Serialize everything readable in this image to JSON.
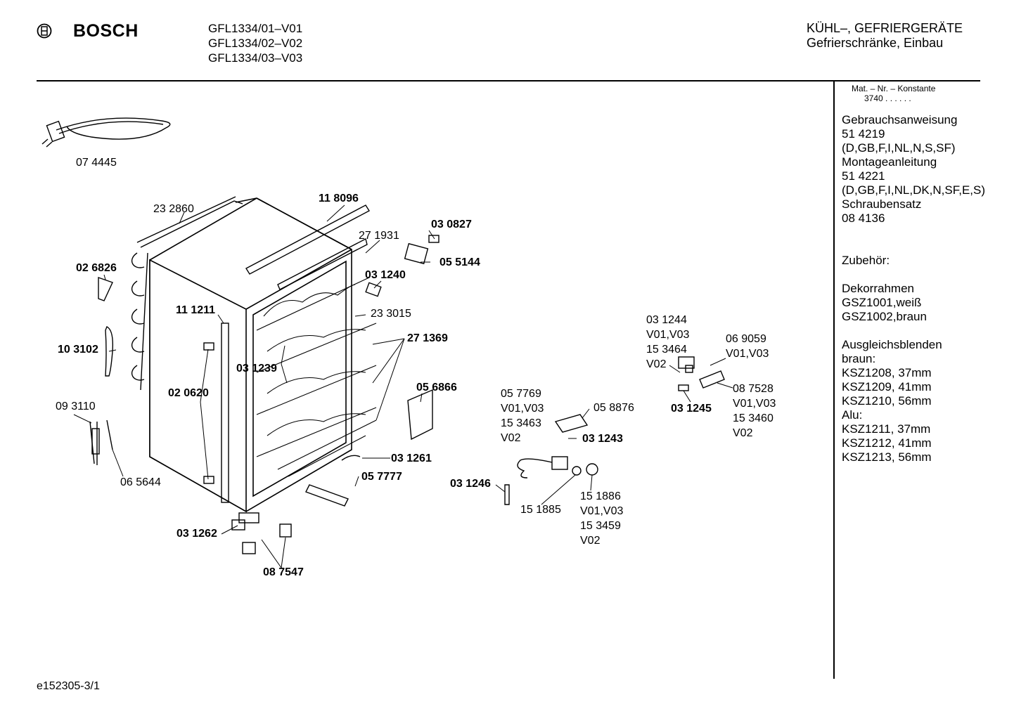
{
  "header": {
    "brand": "BOSCH",
    "models": [
      "GFL1334/01–V01",
      "GFL1334/02–V02",
      "GFL1334/03–V03"
    ],
    "category": [
      "KÜHL–, GEFRIERGERÄTE",
      "Gefrierschränke, Einbau"
    ]
  },
  "sidebar": {
    "mat_title": "Mat. – Nr. – Konstante",
    "mat_value": "3740 . . . . . .",
    "lines": [
      "Gebrauchsanweisung",
      "51 4219",
      "(D,GB,F,I,NL,N,S,SF)",
      "Montageanleitung",
      "51 4221",
      "(D,GB,F,I,NL,DK,N,SF,E,S)",
      "Schraubensatz",
      "08 4136",
      "",
      "",
      "Zubehör:",
      "",
      "Dekorrahmen",
      "GSZ1001,weiß",
      "GSZ1002,braun",
      "",
      "Ausgleichsblenden",
      "braun:",
      "KSZ1208, 37mm",
      "KSZ1209, 41mm",
      "KSZ1210, 56mm",
      "Alu:",
      "KSZ1211, 37mm",
      "KSZ1212, 41mm",
      "KSZ1213, 56mm"
    ]
  },
  "parts": {
    "p074445": "07 4445",
    "p232860": "23 2860",
    "p118096": "11 8096",
    "p030827": "03 0827",
    "p271931": "27 1931",
    "p055144": "05 5144",
    "p026826": "02 6826",
    "p031240": "03 1240",
    "p111211": "11 1211",
    "p233015": "23 3015",
    "p271369": "27 1369",
    "p103102": "10 3102",
    "p031239": "03 1239",
    "p020620": "02 0620",
    "p056866": "05 6866",
    "p093110": "09 3110",
    "p065644": "06 5644",
    "p031261": "03 1261",
    "p057777": "05 7777",
    "p031262": "03 1262",
    "p087547": "08 7547",
    "p057769": [
      "05 7769",
      "V01,V03",
      "15 3463",
      "V02"
    ],
    "p058876": "05 8876",
    "p031243": "03 1243",
    "p031246": "03 1246",
    "p151885": "15 1885",
    "p151886": [
      "15 1886",
      "V01,V03",
      "15 3459",
      "V02"
    ],
    "p031244": [
      "03 1244",
      "V01,V03",
      "15 3464",
      "V02"
    ],
    "p069059": [
      "06 9059",
      "V01,V03"
    ],
    "p087528": [
      "08 7528",
      "V01,V03",
      "15 3460",
      "V02"
    ],
    "p031245": "03 1245"
  },
  "footer": {
    "code": "e152305-3/1"
  }
}
